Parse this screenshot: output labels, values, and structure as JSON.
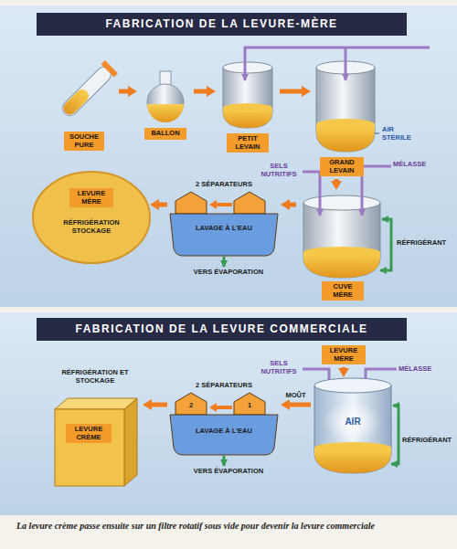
{
  "diagram": {
    "caption": "La levure crème passe ensuite sur un filtre rotatif sous vide pour devenir la levure commerciale",
    "nodes": [
      {
        "text": [
          "FABRICATION DE LA LEVURE-MÈRE"
        ]
      },
      {
        "text": [
          "SOUCHE PURE"
        ],
        "in": 0
      },
      {
        "text": [
          "BALLON"
        ],
        "in": 0
      },
      {
        "text": [
          "PETIT LEVAIN"
        ],
        "in": 0
      },
      {
        "text": [
          "GRAND LEVAIN"
        ],
        "in": 0
      },
      {
        "text": [
          "CUVE MÈRE"
        ],
        "in": 0
      },
      {
        "text": [
          "2 SÉPARATEURS",
          "LAVAGE À L'EAU"
        ],
        "in": 0
      },
      {
        "text": [
          "LEVURE MÈRE",
          "RÉFRIGÉRATION STOCKAGE"
        ],
        "in": 0
      },
      {
        "text": [
          "FABRICATION DE LA LEVURE COMMERCIALE"
        ]
      },
      {
        "text": [
          "LEVURE MÈRE"
        ],
        "in": 8
      },
      {
        "text": [
          "AIR"
        ],
        "in": 8
      },
      {
        "text": [
          "2 SÉPARATEURS",
          "LAVAGE À L'EAU"
        ],
        "in": 8
      },
      {
        "text": [
          "RÉFRIGÉRATION ET STOCKAGE",
          "LEVURE CRÈME"
        ],
        "in": 8
      }
    ],
    "edges": [
      {
        "from": 1,
        "to": 2,
        "arrow": "to"
      },
      {
        "from": 2,
        "to": 3,
        "arrow": "to"
      },
      {
        "from": 3,
        "to": 4,
        "arrow": "to"
      },
      {
        "from": 4,
        "to": 5,
        "arrow": "to"
      },
      {
        "from": 5,
        "to": 6,
        "arrow": "to"
      },
      {
        "from": 6,
        "to": 7,
        "arrow": "to"
      },
      {
        "from": 9,
        "to": 10,
        "arrow": "to"
      },
      {
        "from": 10,
        "to": 11,
        "label": "MOÛT",
        "arrow": "to"
      },
      {
        "from": 11,
        "to": 12,
        "arrow": "to"
      }
    ],
    "labels": [
      "AIR STÉRILE",
      "SELS NUTRITIFS",
      "MÉLASSE",
      "RÉFRIGÉRANT",
      "VERS ÉVAPORATION",
      "SELS NUTRITIFS",
      "MÉLASSE",
      "RÉFRIGÉRANT",
      "2",
      "1",
      "VERS ÉVAPORATION"
    ]
  }
}
